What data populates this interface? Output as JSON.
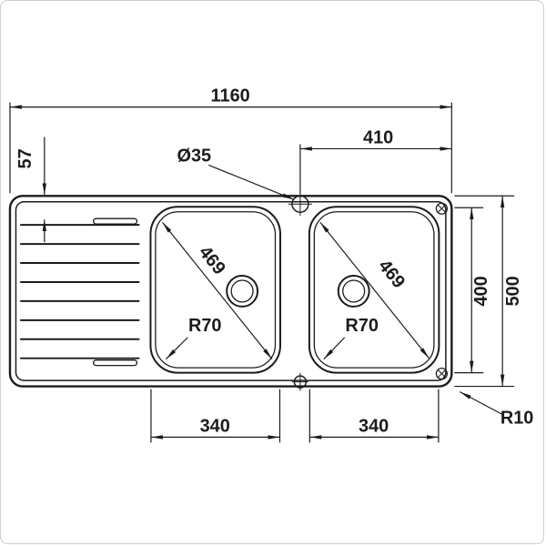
{
  "title": "Double bowl sink with drainer - dimensioned top view",
  "labels": {
    "overall_width": "1160",
    "right_offset": "410",
    "tap_hole_diameter": "Ø35",
    "edge_to_ribs": "57",
    "left_bowl_diagonal": "469",
    "right_bowl_diagonal": "469",
    "left_bowl_radius": "R70",
    "right_bowl_radius": "R70",
    "bowl_depth": "400",
    "overall_depth": "500",
    "outer_corner_radius": "R10",
    "left_bowl_width": "340",
    "right_bowl_width": "340"
  },
  "colors": {
    "line": "#1c1c1c",
    "background": "#ffffff"
  }
}
